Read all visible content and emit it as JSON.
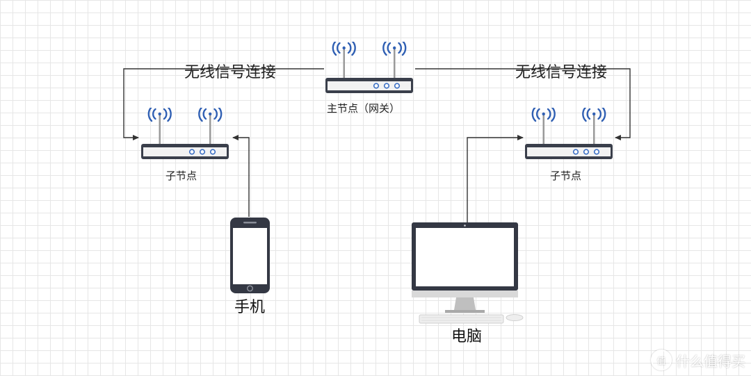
{
  "nodes": {
    "main_router": {
      "label": "主节点（网关）"
    },
    "left_router": {
      "label": "子节点"
    },
    "right_router": {
      "label": "子节点"
    },
    "phone": {
      "label": "手机"
    },
    "computer": {
      "label": "电脑"
    }
  },
  "edges": {
    "left_wireless": {
      "label": "无线信号连接"
    },
    "right_wireless": {
      "label": "无线信号连接"
    }
  },
  "colors": {
    "line": "#333333",
    "router_body": "#3a3f4b",
    "router_panel": "#f2f2f2",
    "signal_blue": "#2f5fb3",
    "led_blue": "#3b6fc4"
  },
  "watermark": {
    "text": "什么值得买",
    "badge": "值"
  }
}
